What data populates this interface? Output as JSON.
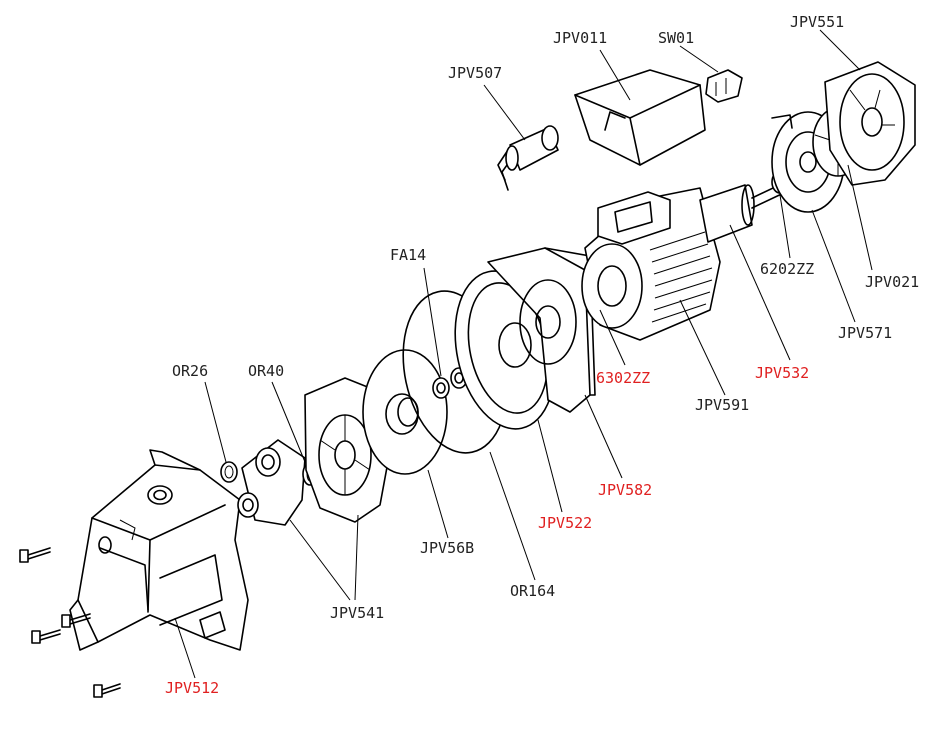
{
  "diagram": {
    "colors": {
      "standard_label": "#222222",
      "highlight_label": "#e02020",
      "line": "#000000"
    },
    "labels": [
      {
        "id": "JPV507",
        "text": "JPV507",
        "highlight": false
      },
      {
        "id": "JPV011",
        "text": "JPV011",
        "highlight": false
      },
      {
        "id": "SW01",
        "text": "SW01",
        "highlight": false
      },
      {
        "id": "JPV551",
        "text": "JPV551",
        "highlight": false
      },
      {
        "id": "FA14",
        "text": "FA14",
        "highlight": false
      },
      {
        "id": "6202ZZ",
        "text": "6202ZZ",
        "highlight": false
      },
      {
        "id": "JPV021",
        "text": "JPV021",
        "highlight": false
      },
      {
        "id": "JPV571",
        "text": "JPV571",
        "highlight": false
      },
      {
        "id": "OR26",
        "text": "OR26",
        "highlight": false
      },
      {
        "id": "OR40",
        "text": "OR40",
        "highlight": false
      },
      {
        "id": "6302ZZ",
        "text": "6302ZZ",
        "highlight": true
      },
      {
        "id": "JPV532",
        "text": "JPV532",
        "highlight": true
      },
      {
        "id": "JPV591",
        "text": "JPV591",
        "highlight": false
      },
      {
        "id": "JPV582",
        "text": "JPV582",
        "highlight": true
      },
      {
        "id": "JPV522",
        "text": "JPV522",
        "highlight": true
      },
      {
        "id": "JPV56B",
        "text": "JPV56B",
        "highlight": false
      },
      {
        "id": "OR164",
        "text": "OR164",
        "highlight": false
      },
      {
        "id": "JPV541",
        "text": "JPV541",
        "highlight": false
      },
      {
        "id": "JPV512",
        "text": "JPV512",
        "highlight": true
      }
    ]
  }
}
